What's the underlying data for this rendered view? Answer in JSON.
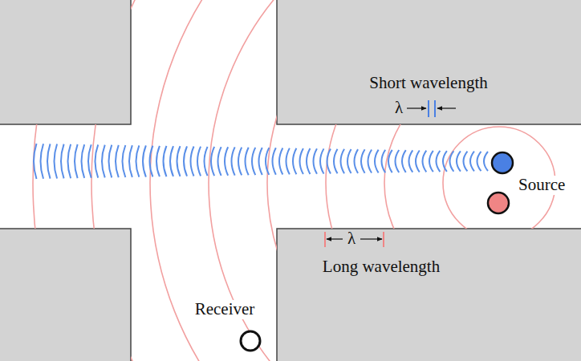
{
  "diagram": {
    "labels": [
      "Short wavelength",
      "λ",
      "Long wavelength",
      "λ",
      "Source",
      "Receiver"
    ]
  }
}
